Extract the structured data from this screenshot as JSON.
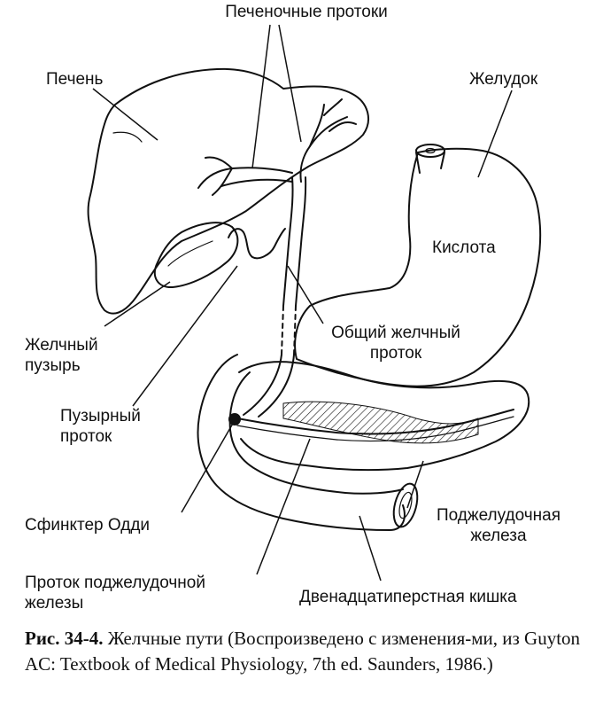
{
  "labels": {
    "hepatic_ducts": "Печеночные протоки",
    "liver": "Печень",
    "stomach": "Желудок",
    "acid": "Кислота",
    "gallbladder": [
      "Желчный",
      "пузырь"
    ],
    "common_bile_duct": [
      "Общий желчный",
      "проток"
    ],
    "cystic_duct": [
      "Пузырный",
      "проток"
    ],
    "sphincter_oddi": "Сфинктер Одди",
    "pancreas": [
      "Поджелудочная",
      "железа"
    ],
    "pancreatic_duct": [
      "Проток поджелудочной",
      "железы"
    ],
    "duodenum": "Двенадцатиперстная кишка"
  },
  "caption": {
    "figure_number": "Рис. 34-4.",
    "text": "Желчные пути (Воспроизведено с изменения-ми, из Guyton AC: Textbook of Medical Physiology, 7th ed. Saunders, 1986.)"
  },
  "colors": {
    "ink": "#111111",
    "background": "#ffffff"
  }
}
